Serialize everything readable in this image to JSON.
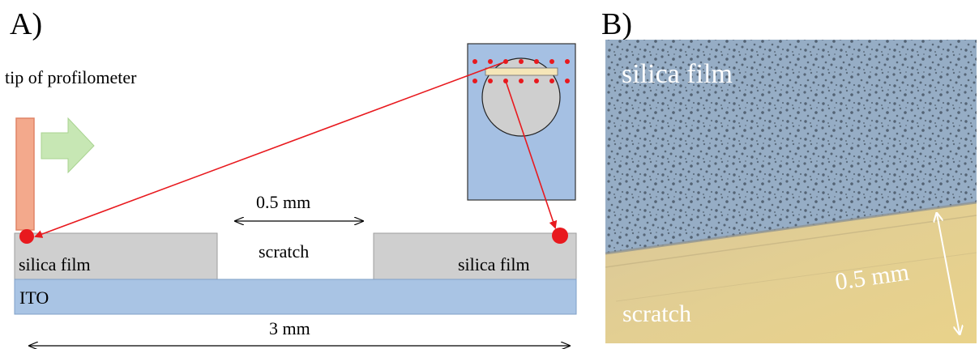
{
  "panel_a": {
    "label": "A)",
    "tip_label": "tip of profilometer",
    "gap_label": "0.5 mm",
    "scratch_label": "scratch",
    "film_left_label": "silica film",
    "film_right_label": "silica film",
    "ito_label": "ITO",
    "width_label": "3 mm"
  },
  "panel_b": {
    "label": "B)",
    "film_label": "silica film",
    "scratch_label": "scratch",
    "scale_label": "0.5 mm"
  },
  "colors": {
    "film": "#cfcfcf",
    "ito": "#a9c4e4",
    "tip": "#f3a98c",
    "arrow_green": "#b9e0a5",
    "marker_red": "#e8191e",
    "wafer_bg": "#a5c0e3",
    "strip": "#f5e6b8"
  }
}
